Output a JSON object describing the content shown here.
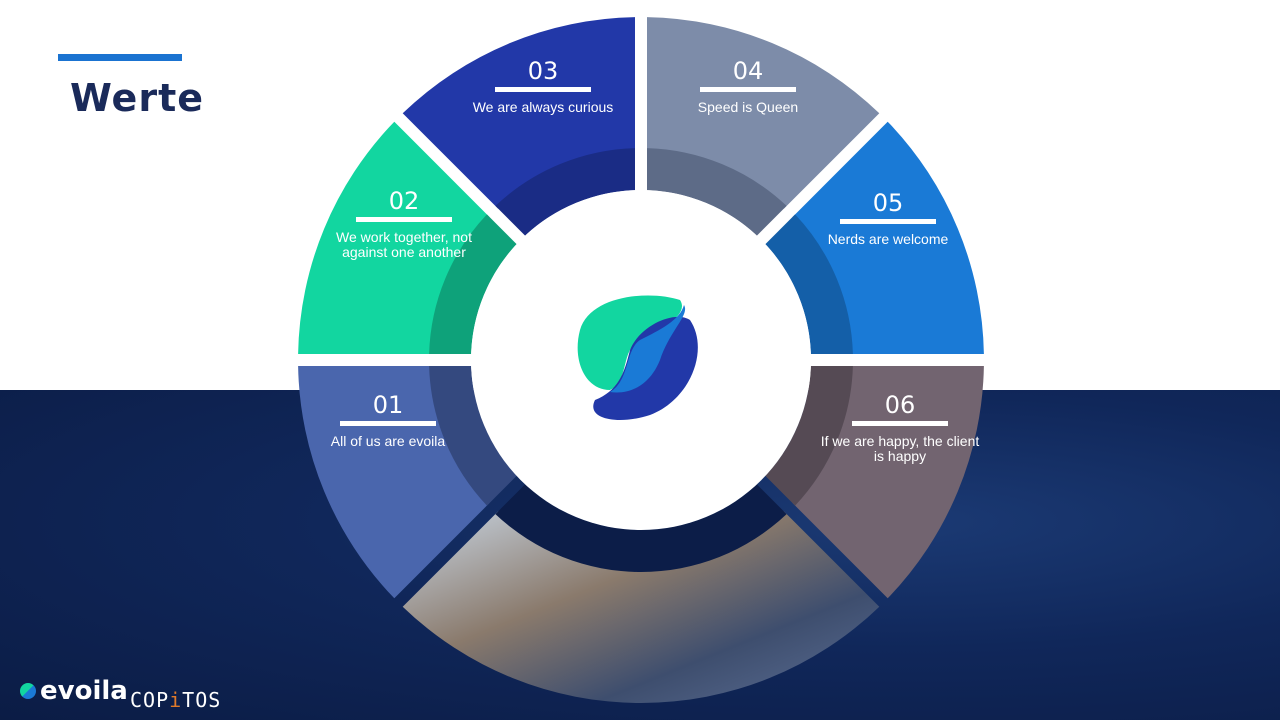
{
  "title": "Werte",
  "values": [
    {
      "num": "01",
      "text": "All of us are evoila",
      "color": "#4a66ad",
      "dark": "#34497f"
    },
    {
      "num": "02",
      "text": "We work together, not against one another",
      "color": "#12d6a0",
      "dark": "#0ea27a"
    },
    {
      "num": "03",
      "text": "We are always curious",
      "color": "#2238a8",
      "dark": "#1a2c85"
    },
    {
      "num": "04",
      "text": "Speed is Queen",
      "color": "#7d8ca9",
      "dark": "#5d6b87"
    },
    {
      "num": "05",
      "text": "Nerds are welcome",
      "color": "#1a7ad6",
      "dark": "#145fa8"
    },
    {
      "num": "06",
      "text": "If we are happy, the client is happy",
      "color": "#726470",
      "dark": "#554a54"
    }
  ],
  "footer": {
    "evoila": "evoila",
    "copitos_a": "COP",
    "copitos_i": "i",
    "copitos_b": "TOS"
  },
  "colors": {
    "accent": "#1a73d1",
    "navy": "#10275a",
    "orange": "#e07a2a"
  }
}
